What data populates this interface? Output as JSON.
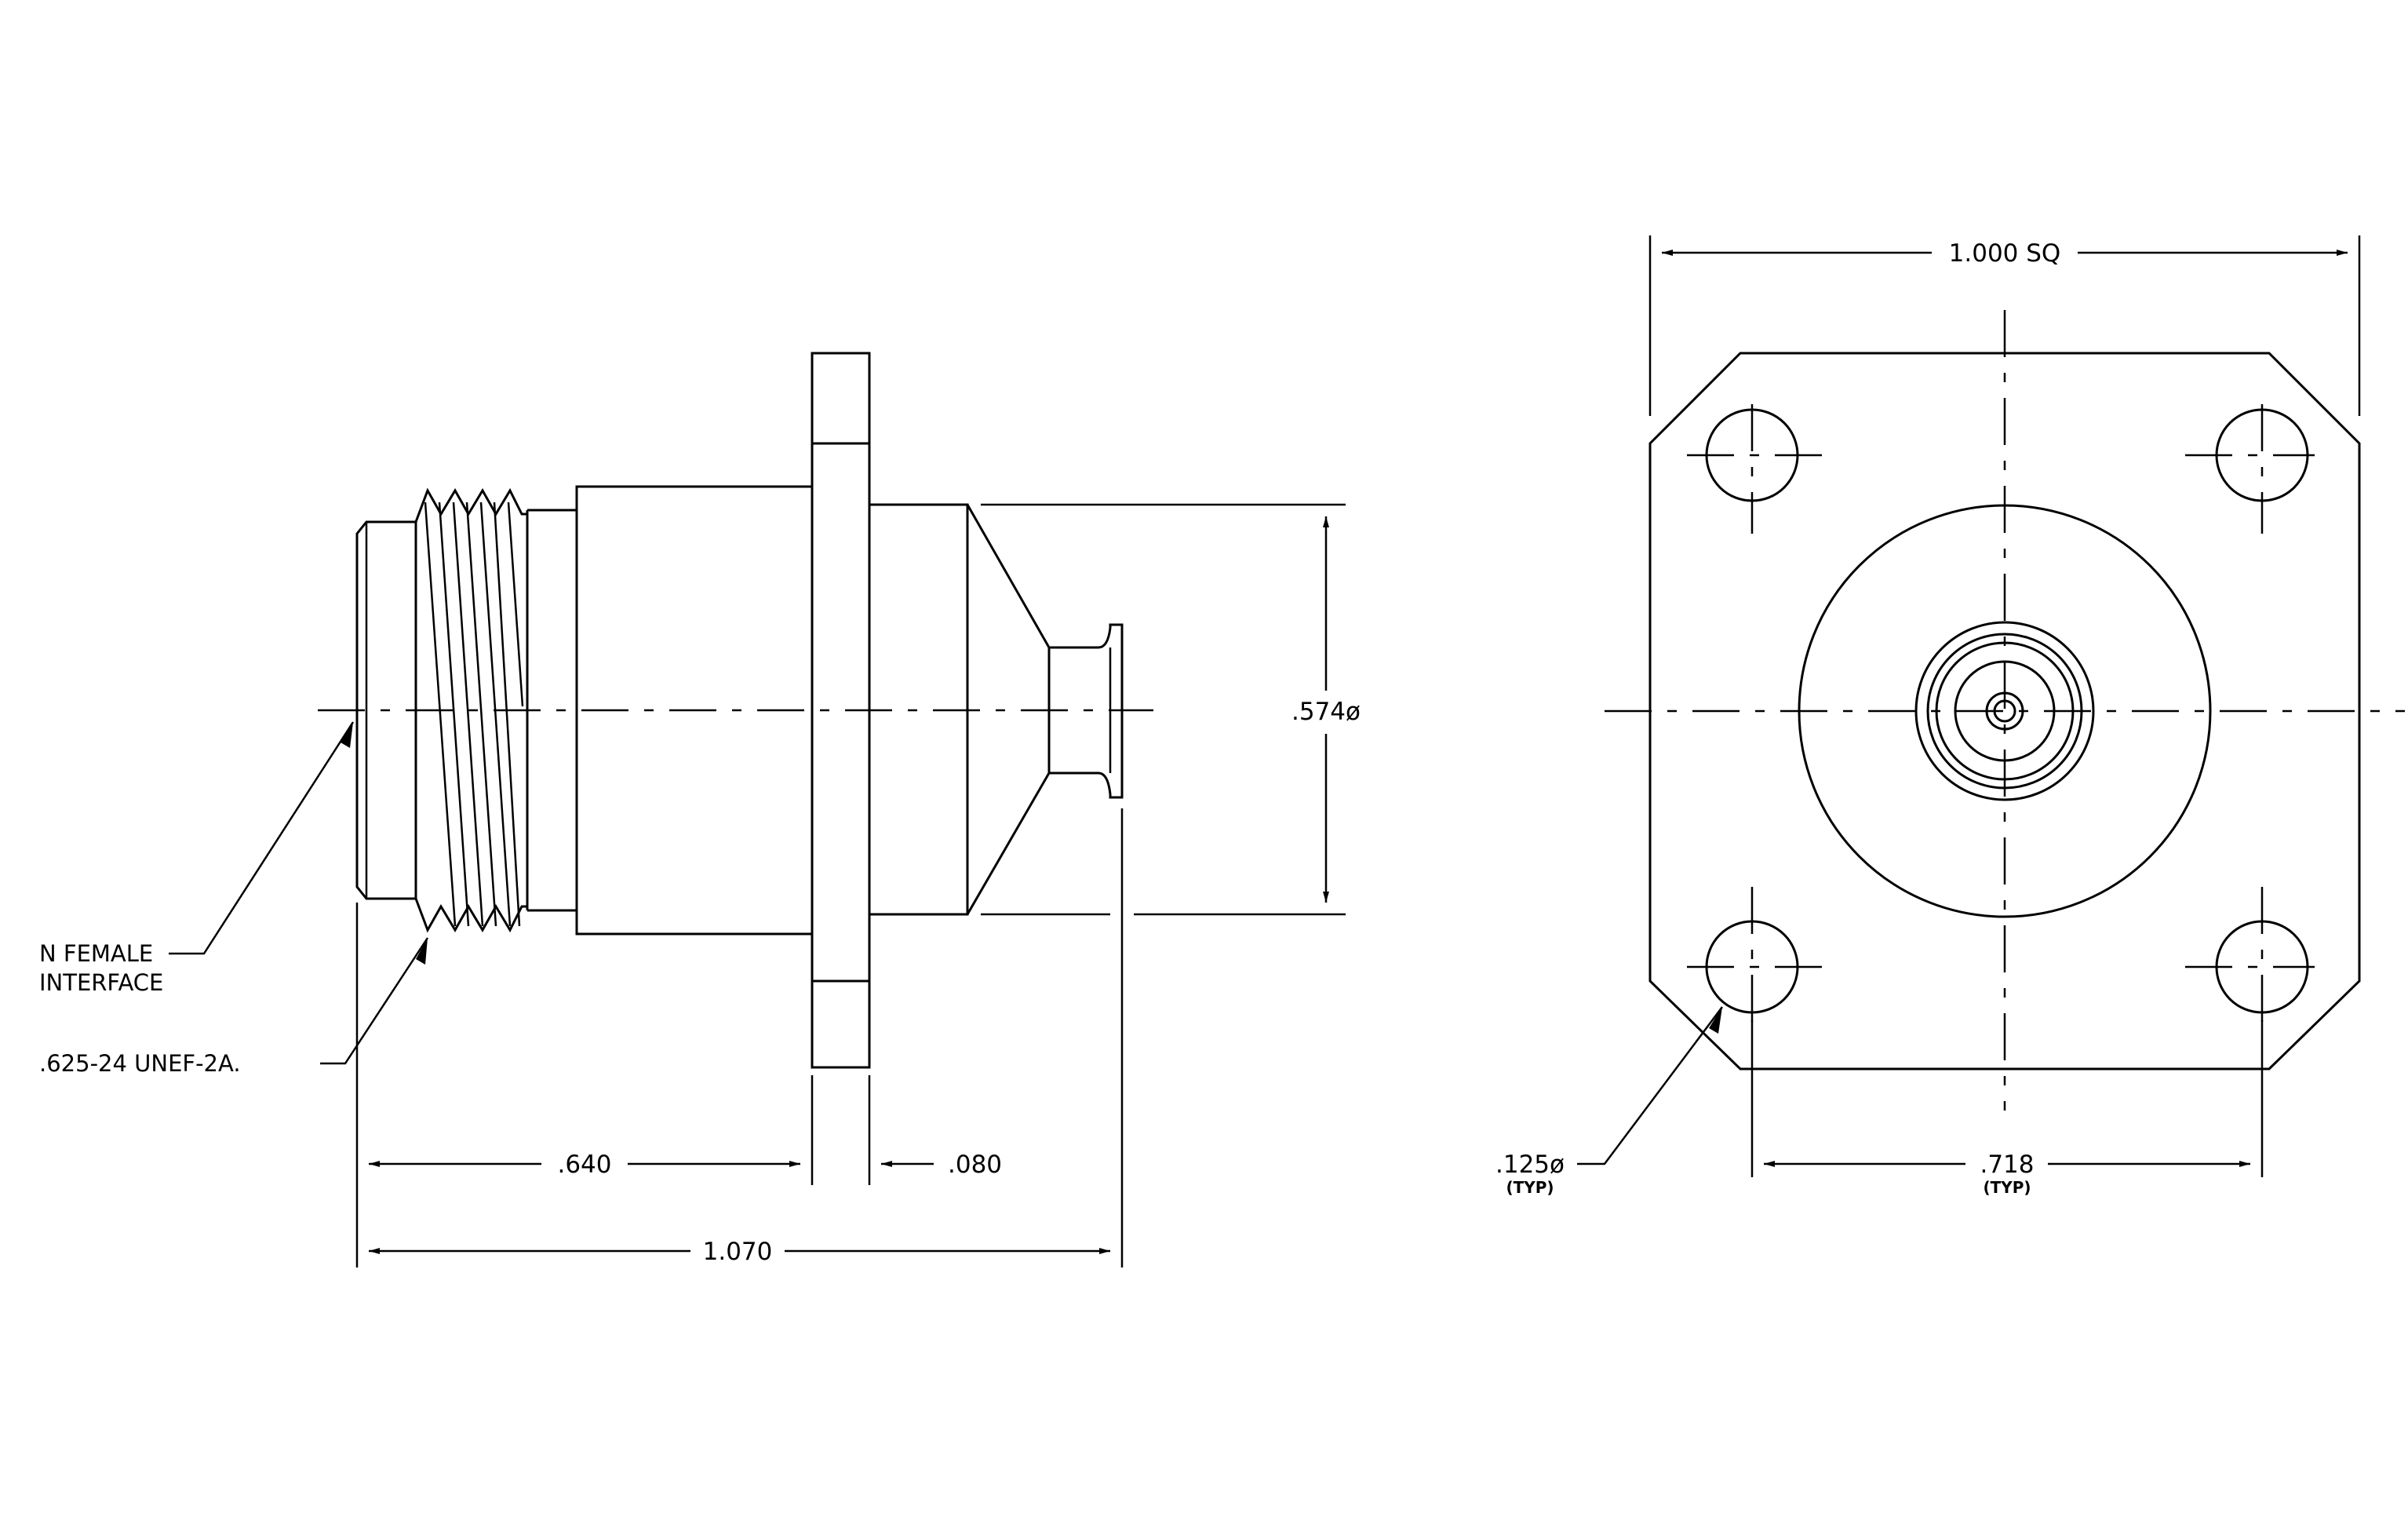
{
  "drawing": {
    "side_view": {
      "callouts": {
        "interface_line1": "N FEMALE",
        "interface_line2": "INTERFACE",
        "thread": ".625-24 UNEF-2A."
      },
      "dimensions": {
        "body_length": ".640",
        "flange_thickness": ".080",
        "overall_length": "1.070",
        "rear_diameter": ".574ø"
      }
    },
    "front_view": {
      "dimensions": {
        "flange_size": "1.000 SQ",
        "hole_diameter": ".125ø",
        "hole_diameter_note": "(TYP)",
        "hole_spacing": ".718",
        "hole_spacing_note": "(TYP)"
      }
    }
  }
}
